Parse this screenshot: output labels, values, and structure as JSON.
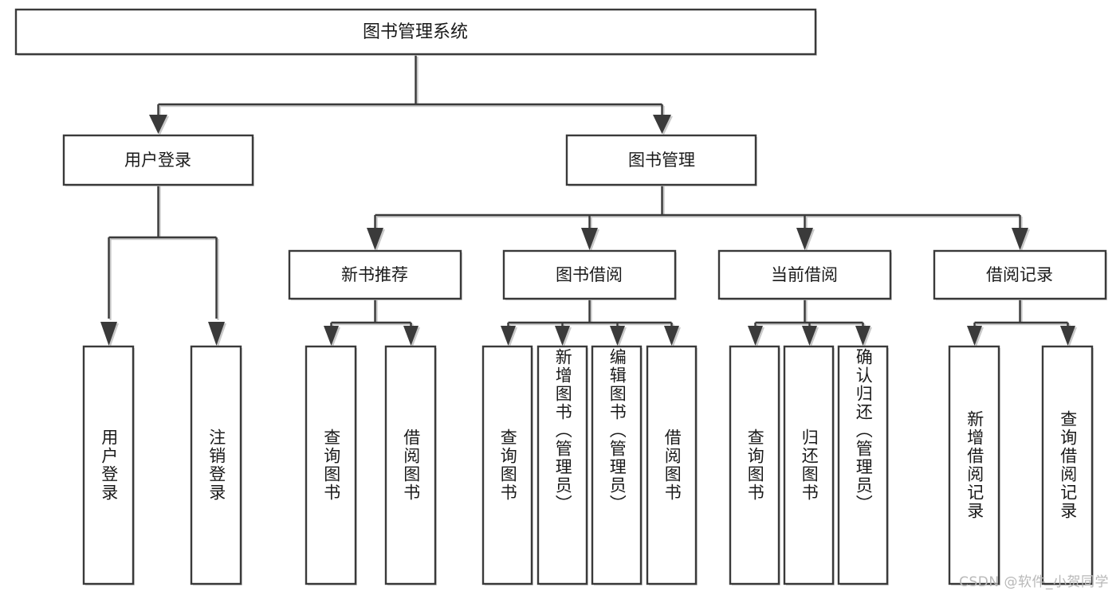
{
  "diagram": {
    "title": "图书管理系统",
    "type": "tree-hierarchy",
    "watermark": "CSDN @软件_小贺同学",
    "colors": {
      "box_stroke": "#3a3a3a",
      "box_fill": "#ffffff",
      "shadow": "#c9c9c9",
      "text": "#1a1a1a",
      "watermark": "#b8b8b8",
      "background": "#ffffff"
    },
    "root": {
      "label": "图书管理系统"
    },
    "level2": [
      {
        "label": "用户登录"
      },
      {
        "label": "图书管理"
      }
    ],
    "level3": [
      {
        "label": "新书推荐"
      },
      {
        "label": "图书借阅"
      },
      {
        "label": "当前借阅"
      },
      {
        "label": "借阅记录"
      }
    ],
    "leaves": {
      "user_login": [
        {
          "label": "用户登录"
        },
        {
          "label": "注销登录"
        }
      ],
      "new_book_recommend": [
        {
          "label": "查询图书"
        },
        {
          "label": "借阅图书"
        }
      ],
      "book_borrow": [
        {
          "label": "查询图书"
        },
        {
          "label": "新增图书（管理员）"
        },
        {
          "label": "编辑图书（管理员）"
        },
        {
          "label": "借阅图书"
        }
      ],
      "current_borrow": [
        {
          "label": "查询图书"
        },
        {
          "label": "归还图书"
        },
        {
          "label": "确认归还（管理员）"
        }
      ],
      "borrow_record": [
        {
          "label": "新增借阅记录"
        },
        {
          "label": "查询借阅记录"
        }
      ]
    }
  }
}
